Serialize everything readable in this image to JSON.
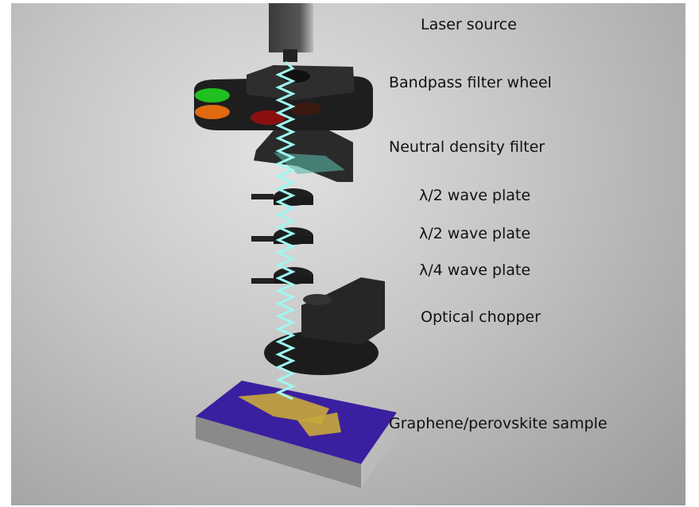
{
  "labels": {
    "laser": "Laser source",
    "bandpass": "Bandpass filter wheel",
    "nd": "Neutral density filter",
    "half1": "λ/2 wave plate",
    "half2": "λ/2 wave plate",
    "quarter": "λ/4 wave plate",
    "chopper": "Optical chopper",
    "sample": "Graphene/perovskite sample"
  },
  "colors": {
    "beam": "#9ff7f0",
    "substrate": "#3a1fa0",
    "electrode": "#c9a73a"
  }
}
